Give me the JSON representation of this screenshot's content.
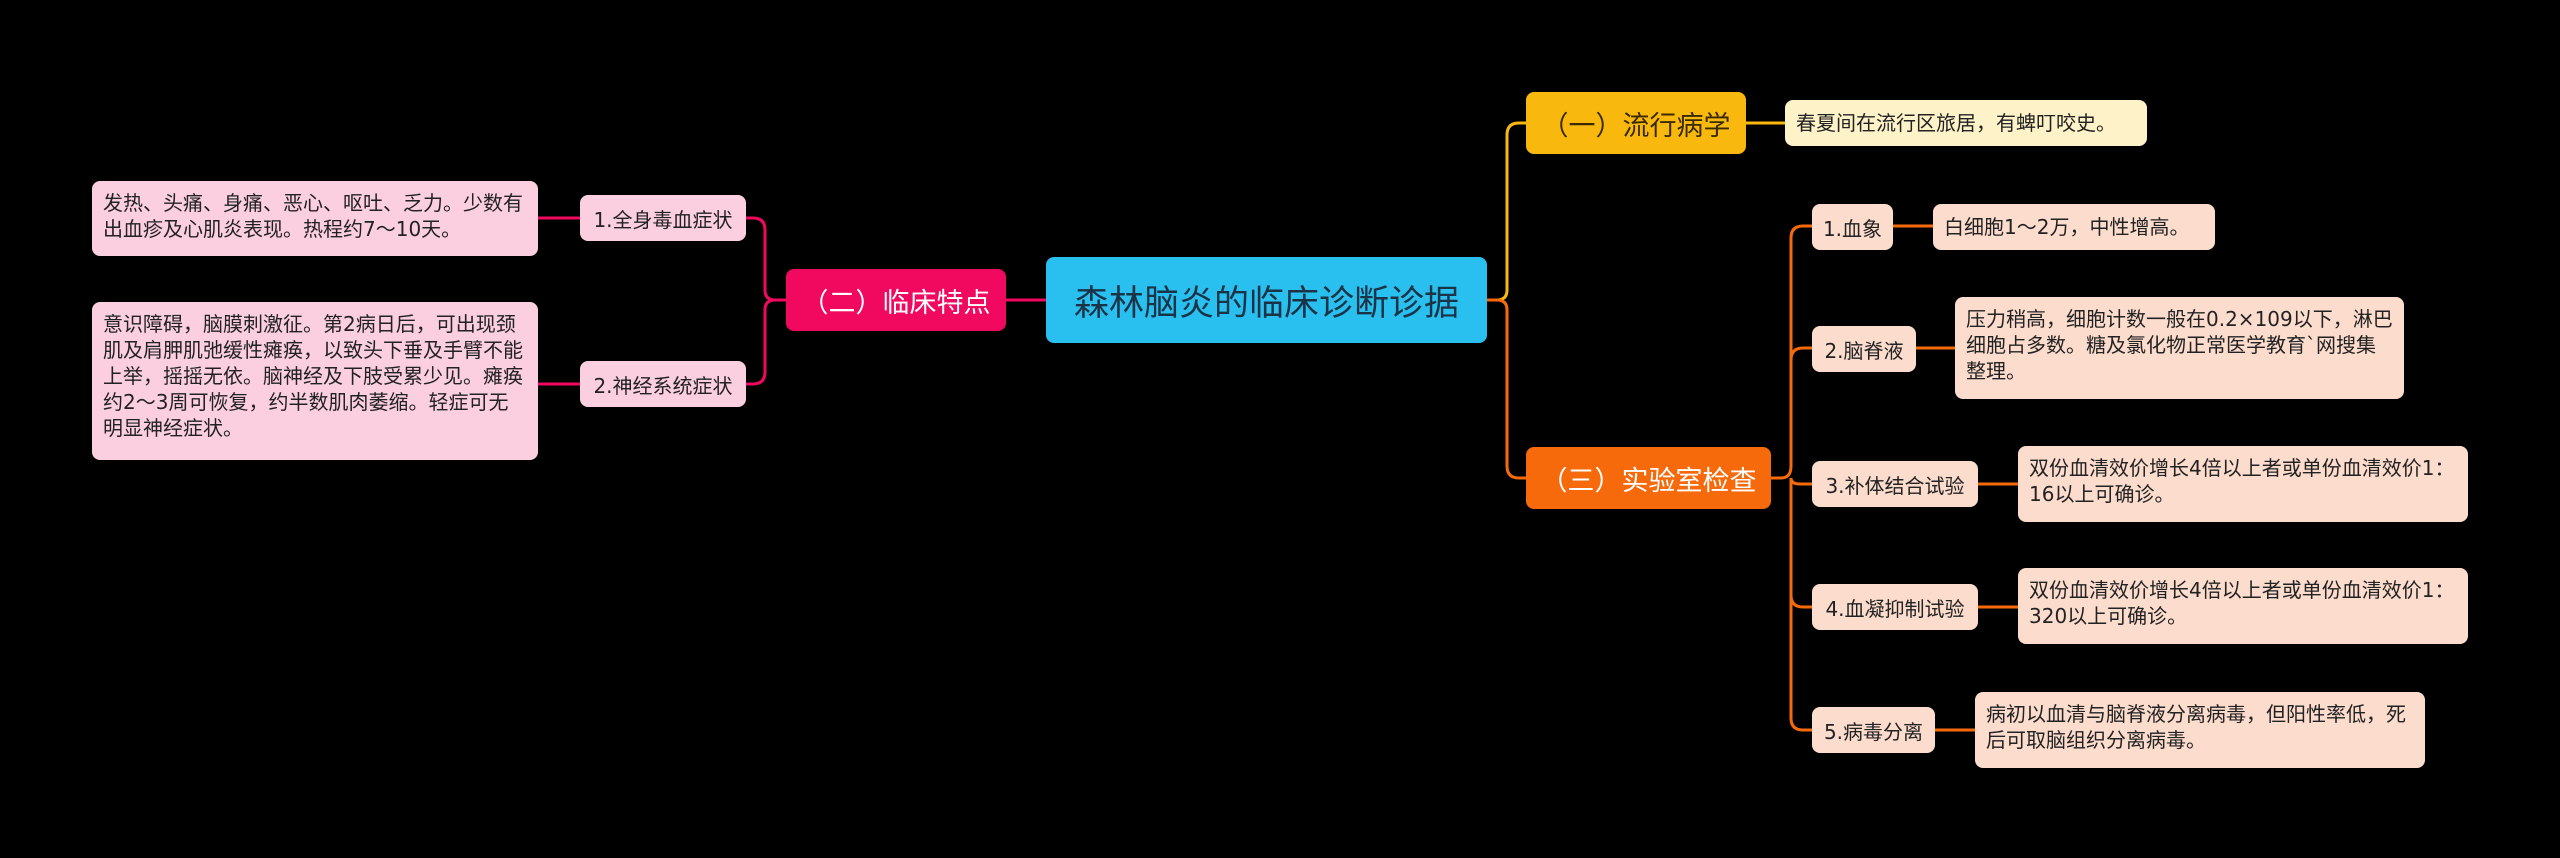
{
  "root": "森林脑炎的临床诊断诊据",
  "clinical": {
    "label": "（二）临床特点",
    "items": [
      {
        "label": "1.全身毒血症状",
        "detail": "发热、头痛、身痛、恶心、呕吐、乏力。少数有出血疹及心肌炎表现。热程约7～10天。"
      },
      {
        "label": "2.神经系统症状",
        "detail": "意识障碍，脑膜刺激征。第2病日后，可出现颈肌及肩胛肌弛缓性瘫痪，以致头下垂及手臂不能上举，摇摇无依。脑神经及下肢受累少见。瘫痪约2～3周可恢复，约半数肌肉萎缩。轻症可无明显神经症状。"
      }
    ]
  },
  "epidemiology": {
    "label": "（一）流行病学",
    "detail": "春夏间在流行区旅居，有蜱叮咬史。"
  },
  "lab": {
    "label": "（三）实验室检查",
    "items": [
      {
        "label": "1.血象",
        "detail": "白细胞1～2万，中性增高。"
      },
      {
        "label": "2.脑脊液",
        "detail": "压力稍高，细胞计数一般在0.2×109以下，淋巴细胞占多数。糖及氯化物正常医学教育`网搜集整理。"
      },
      {
        "label": "3.补体结合试验",
        "detail": "双份血清效价增长4倍以上者或单份血清效价1：16以上可确诊。"
      },
      {
        "label": "4.血凝抑制试验",
        "detail": "双份血清效价增长4倍以上者或单份血清效价1：320以上可确诊。"
      },
      {
        "label": "5.病毒分离",
        "detail": "病初以血清与脑脊液分离病毒，但阳性率低，死后可取脑组织分离病毒。"
      }
    ]
  },
  "colors": {
    "root": "#29c0f0",
    "clinical": "#f0095f",
    "epidemiology": "#f9b80e",
    "lab": "#f76a0b"
  }
}
